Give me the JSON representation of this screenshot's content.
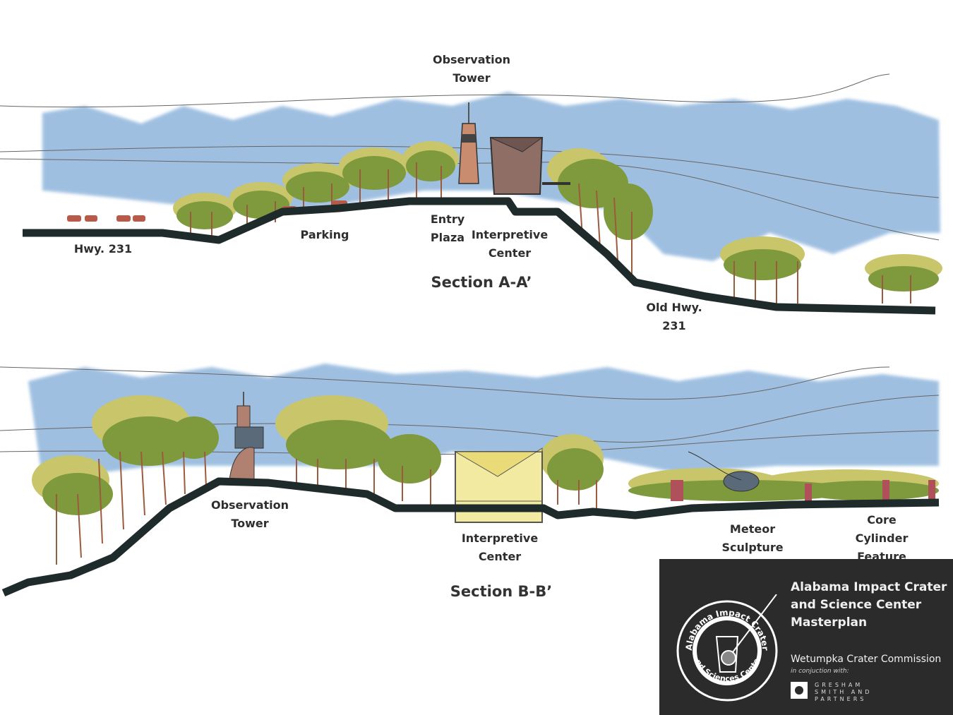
{
  "sections": [
    {
      "id": "a",
      "title": "Section A-A’",
      "labels": {
        "hwy": "Hwy. 231",
        "parking": "Parking",
        "tower": "Observation\nTower",
        "entry": "Entry\nPlaza",
        "center": "Interpretive\nCenter",
        "old_hwy": "Old Hwy.\n231"
      }
    },
    {
      "id": "b",
      "title": "Section B-B’",
      "labels": {
        "tower": "Observation\nTower",
        "center": "Interpretive\nCenter",
        "meteor": "Meteor\nSculpture",
        "core": "Core Cylinder\nFeature"
      }
    }
  ],
  "title_block": {
    "project": "Alabama Impact Crater\nand Science Center\nMasterplan",
    "client": "Wetumpka Crater Commission",
    "conjunction": "in conjuction with:",
    "firm": "GRESHAM\nSMITH AND\nPARTNERS",
    "seal_text_top": "Alabama Impact Crater",
    "seal_text_bottom": "and Sciences Center"
  },
  "colors": {
    "sky": "#8fb5dc",
    "ground": "#1f2a2a",
    "foliage": "#7e9a3c",
    "foliage_light": "#c9c56a",
    "trunk": "#9a5b3e",
    "building_b": "#f2eaa0",
    "title_block_bg": "#2b2b2b"
  }
}
